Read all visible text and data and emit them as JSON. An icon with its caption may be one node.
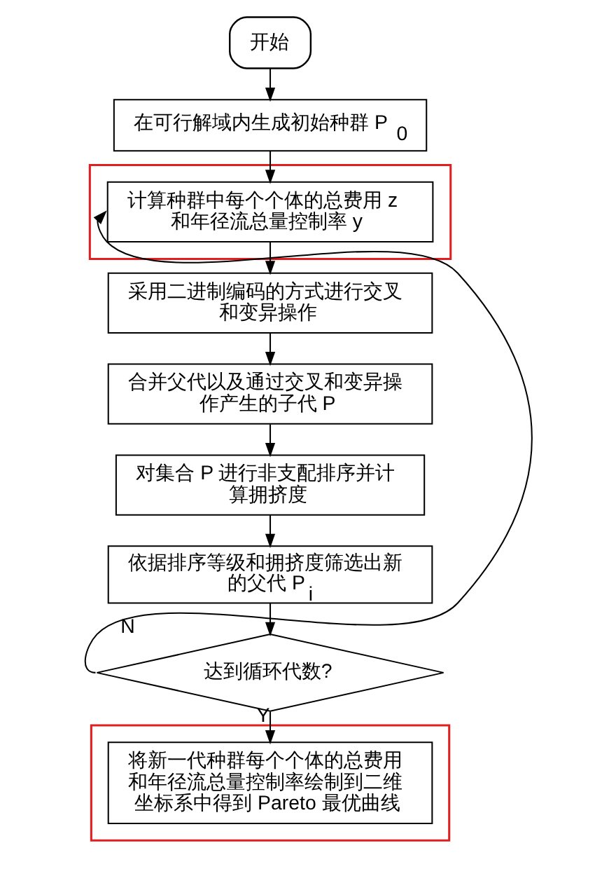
{
  "diagram": {
    "nodes": [
      {
        "text": [
          "开始"
        ]
      },
      {
        "text": [
          "在可行解域内生成初始种群 P$_{0}$"
        ]
      },
      {
        "text": [],
        "shape": "box"
      },
      {
        "text": [
          "计算种群中每个个体的总费用 z 和年径流总量控制率 y"
        ],
        "in": 2
      },
      {
        "text": [
          "采用二进制编码的方式进行交叉和变异操作"
        ]
      },
      {
        "text": [
          "合并父代以及通过交叉和变异操作产生的子代 P"
        ]
      },
      {
        "text": [
          "对集合 P 进行非支配排序并计算拥挤度"
        ]
      },
      {
        "text": [
          "依据排序等级和拥挤度筛选出新的父代 P$_{i}$"
        ]
      },
      {
        "text": [
          "达到循环代数?"
        ]
      },
      {
        "text": [],
        "shape": "box"
      },
      {
        "text": [
          "将新一代种群每个个体的总费用和年径流总量控制率绘制到二维坐标系中得到 Pareto 最优曲线"
        ],
        "in": 9
      }
    ],
    "edges": [
      {
        "from": 0,
        "to": 1,
        "arrow": "to"
      },
      {
        "from": 1,
        "to": 3,
        "arrow": "to"
      },
      {
        "from": 3,
        "to": 4,
        "arrow": "to"
      },
      {
        "from": 4,
        "to": 5,
        "arrow": "to"
      },
      {
        "from": 5,
        "to": 6,
        "arrow": "to"
      },
      {
        "from": 6,
        "to": 7,
        "arrow": "to"
      },
      {
        "from": 7,
        "to": 8,
        "arrow": "to"
      },
      {
        "from": 8,
        "to": 3,
        "label": "N",
        "arrow": "to"
      },
      {
        "from": 8,
        "to": 10,
        "label": "Y",
        "arrow": "to"
      }
    ]
  }
}
